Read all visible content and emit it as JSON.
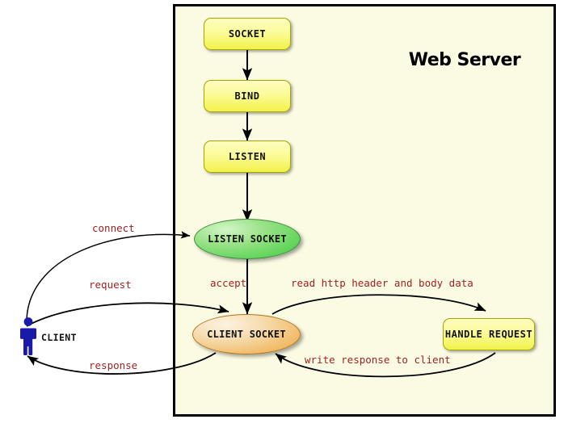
{
  "diagram": {
    "title": "Web Server",
    "background_color": "#ffffff",
    "panel_color": "#fbfbe4",
    "accent_label_color": "#9d1f1f",
    "actor_color": "#1a1aaa"
  },
  "actor": {
    "icon": "person-icon",
    "label": "CLIENT"
  },
  "nodes": {
    "socket": {
      "label": "SOCKET",
      "shape": "rounded-box",
      "color": "#f2f24a"
    },
    "bind": {
      "label": "BIND",
      "shape": "rounded-box",
      "color": "#f2f24a"
    },
    "listen": {
      "label": "LISTEN",
      "shape": "rounded-box",
      "color": "#f2f24a"
    },
    "listen_socket": {
      "label": "LISTEN SOCKET",
      "shape": "ellipse",
      "color": "#3ecc3e"
    },
    "client_socket": {
      "label": "CLIENT SOCKET",
      "shape": "ellipse",
      "color": "#efa73c"
    },
    "handle_request": {
      "label": "HANDLE REQUEST",
      "shape": "rounded-box",
      "color": "#f2f24a"
    }
  },
  "edges": {
    "connect": "connect",
    "request": "request",
    "response": "response",
    "accept": "accept",
    "read": "read http header and body data",
    "write": "write response to client"
  }
}
